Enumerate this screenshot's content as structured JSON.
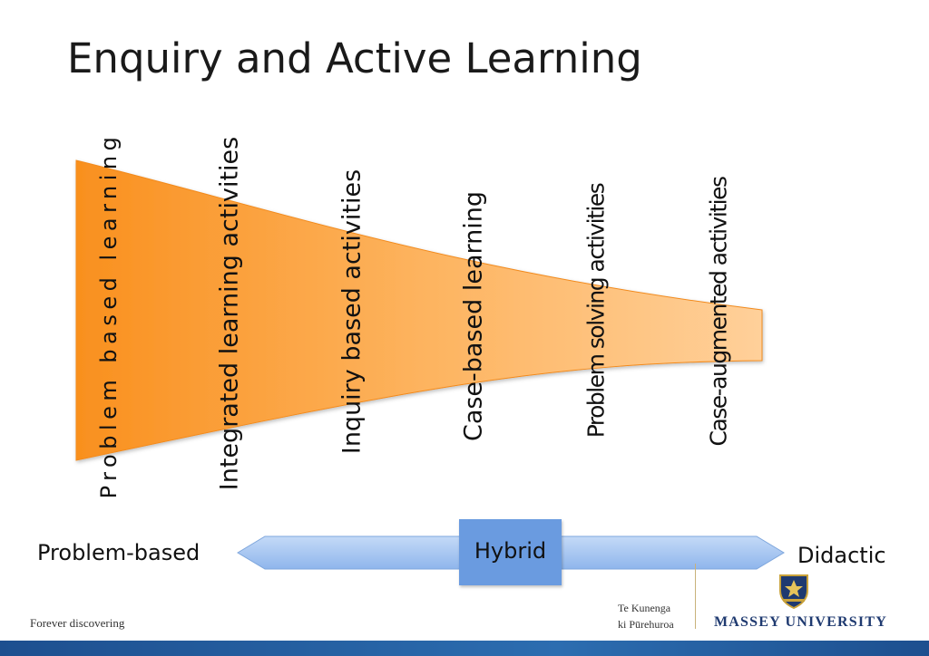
{
  "slide": {
    "title": "Enquiry and Active Learning",
    "funnel_labels": [
      "Problem based learning",
      "Integrated learning activities",
      "Inquiry based activities",
      "Case-based learning",
      "Problem solving activities",
      "Case-augmented activities"
    ],
    "spectrum": {
      "left": "Problem-based",
      "center": "Hybrid",
      "right": "Didactic"
    }
  },
  "footer": {
    "tagline": "Forever discovering",
    "maori_line1": "Te Kunenga",
    "maori_line2": "ki Pūrehuroa",
    "university": "MASSEY UNIVERSITY"
  },
  "colors": {
    "funnel_start": "#f9901e",
    "funnel_end": "#ffd09a",
    "arrow": "#a8c8f2",
    "hybrid": "#6a9be0",
    "footer_bar": "#1d4f8f",
    "brand": "#1f3a70"
  }
}
